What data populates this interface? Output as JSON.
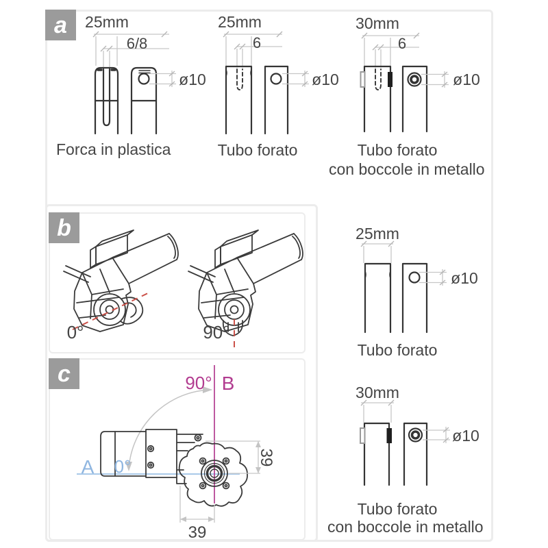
{
  "palette": {
    "frame_border": "#ececec",
    "badge_bg": "#9b9b9b",
    "badge_fg": "#ffffff",
    "drawing_line": "#343434",
    "dimension_line": "#c7c7c7",
    "text": "#454545",
    "red_axis": "#cb5149",
    "magenta_axis": "#b23c90",
    "blue_axis": "#a9c9e9"
  },
  "section_a": {
    "badge": "a",
    "fork": {
      "width": "25mm",
      "slot": "6/8",
      "hole": "ø10",
      "caption": "Forca in plastica"
    },
    "tube": {
      "width": "25mm",
      "slot": "6",
      "hole": "ø10",
      "caption": "Tubo forato"
    },
    "tube_metal": {
      "width": "30mm",
      "slot": "6",
      "hole": "ø10",
      "caption": "Tubo forato",
      "caption2": "con boccole in metallo"
    }
  },
  "section_b": {
    "badge": "b",
    "angle_left": "0°",
    "angle_right": "90°"
  },
  "side_b": {
    "width": "25mm",
    "hole": "ø10",
    "caption": "Tubo forato"
  },
  "section_c": {
    "badge": "c",
    "angle_top": "90°",
    "axis_top": "B",
    "axis_left": "A",
    "angle_left": "0°",
    "dim_vertical": "39",
    "dim_horizontal": "39"
  },
  "side_c": {
    "width": "30mm",
    "hole": "ø10",
    "caption": "Tubo forato",
    "caption2": "con boccole in metallo"
  }
}
